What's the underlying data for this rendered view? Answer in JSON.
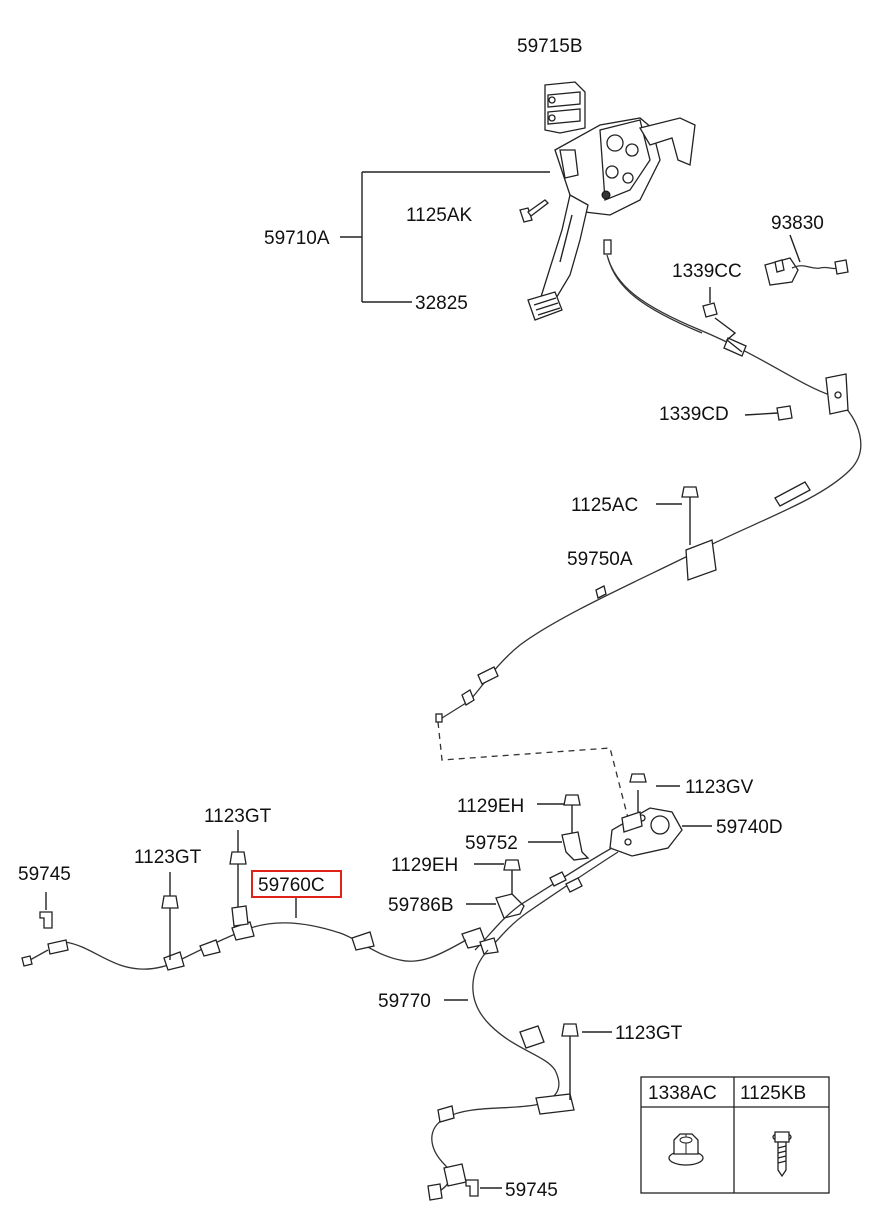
{
  "labels": {
    "p59715B": "59715B",
    "p59710A": "59710A",
    "p1125AK": "1125AK",
    "p32825": "32825",
    "p93830": "93830",
    "p1339CC": "1339CC",
    "p1339CD": "1339CD",
    "p1125AC": "1125AC",
    "p59750A": "59750A",
    "p1123GV": "1123GV",
    "p1129EH_top": "1129EH",
    "p59740D": "59740D",
    "p59752": "59752",
    "p1129EH_mid": "1129EH",
    "p59786B": "59786B",
    "p59745_left": "59745",
    "p1123GT_top": "1123GT",
    "p1123GT_mid": "1123GT",
    "p59760C": "59760C",
    "p59770": "59770",
    "p1123GT_right": "1123GT",
    "p59745_bottom": "59745"
  },
  "legend_table": {
    "headers": [
      "1338AC",
      "1125KB"
    ],
    "icons": [
      "flange-nut-icon",
      "bolt-icon"
    ]
  },
  "highlight": {
    "part": "59760C",
    "color": "#e0221b"
  }
}
